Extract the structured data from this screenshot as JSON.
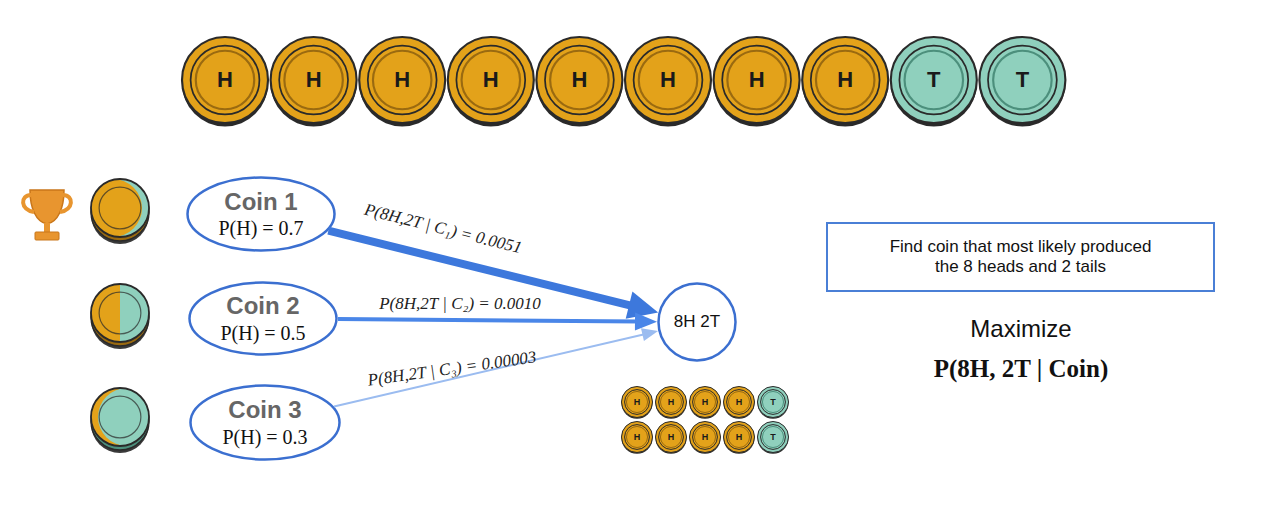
{
  "diagram": {
    "nodes": [
      {
        "text": [
          "Coin 1",
          "P(H) = 0.7"
        ]
      },
      {
        "text": [
          "Coin 2",
          "P(H) = 0.5"
        ]
      },
      {
        "text": [
          "Coin 3",
          "P(H) = 0.3"
        ]
      },
      {
        "text": [
          "8H 2T"
        ]
      },
      {
        "text": [
          "Find coin that most likely produced the 8 heads and 2 tails"
        ]
      }
    ],
    "edges": [
      {
        "from": 0,
        "to": 3,
        "arrow": "to",
        "label": "P(8H,2T | C₁) = 0.0051"
      },
      {
        "from": 1,
        "to": 3,
        "arrow": "to",
        "label": "P(8H,2T | C₂) = 0.0010"
      },
      {
        "from": 2,
        "to": 3,
        "arrow": "to",
        "label": "P(8H,2T | C₃) = 0.00003"
      }
    ],
    "labels": [
      "H",
      "H",
      "H",
      "H",
      "H",
      "H",
      "H",
      "H",
      "T",
      "T",
      "H",
      "H",
      "H",
      "H",
      "T",
      "H",
      "H",
      "H",
      "H",
      "T",
      "Maximize",
      "P(8H, 2T | Coin)"
    ]
  }
}
